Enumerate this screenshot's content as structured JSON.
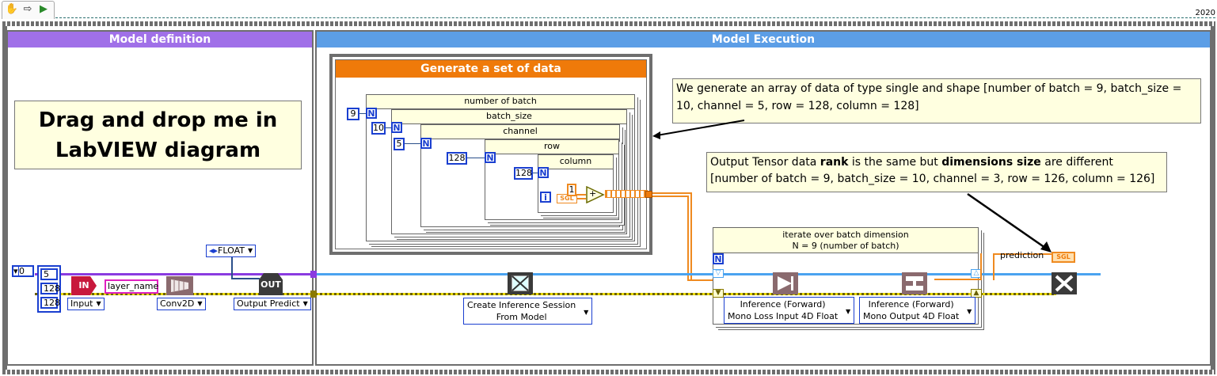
{
  "toolbar": {
    "version_label": "2020",
    "icons": [
      "hand-icon",
      "arrow-right-icon",
      "run-icon"
    ]
  },
  "sections": {
    "definition_title": "Model definition",
    "execution_title": "Model Execution"
  },
  "drag_note": {
    "line1": "Drag and drop me in",
    "line2": "LabVIEW diagram"
  },
  "generate_title": "Generate a set of data",
  "loops": {
    "batch": {
      "label": "number of batch",
      "count": "9",
      "n": "N"
    },
    "batch_size": {
      "label": "batch_size",
      "count": "10",
      "n": "N"
    },
    "channel": {
      "label": "channel",
      "count": "5",
      "n": "N"
    },
    "row": {
      "label": "row",
      "count": "128",
      "n": "N"
    },
    "column": {
      "label": "column",
      "count": "128",
      "n": "N"
    }
  },
  "column_inner": {
    "i": "i",
    "sgl": "SGL",
    "one": "1",
    "plus": "+"
  },
  "note1": "We generate an array of data of type single and shape [number of batch = 9, batch_size = 10, channel = 5, row = 128, column = 128]",
  "note2": {
    "p1": "Output Tensor data ",
    "b1": "rank",
    "p2": " is the same but ",
    "b2": "dimensions size",
    "p3": " are different",
    "line2": "[number of batch = 9, batch_size = 10, channel = 3, row = 126, column = 126]"
  },
  "iterate_loop": {
    "line1": "iterate over batch dimension",
    "line2": "N = 9 (number of batch)",
    "n": "N"
  },
  "left_consts": {
    "zero": "0",
    "v5": "5",
    "v128a": "128",
    "v128b": "128"
  },
  "nodes": {
    "in_label": "IN",
    "out_label": "OUT",
    "layer_name": "layer_name",
    "float_label": "FLOAT",
    "prediction_label": "prediction",
    "prediction_sgl": "SGL"
  },
  "dropdowns": {
    "input": "Input",
    "conv2d": "Conv2D",
    "output_predict": "Output Predict",
    "create_session_l1": "Create Inference Session",
    "create_session_l2": "From Model",
    "inf_loss_l1": "Inference (Forward)",
    "inf_loss_l2": "Mono Loss Input 4D Float",
    "inf_out_l1": "Inference (Forward)",
    "inf_out_l2": "Mono Output 4D Float"
  }
}
